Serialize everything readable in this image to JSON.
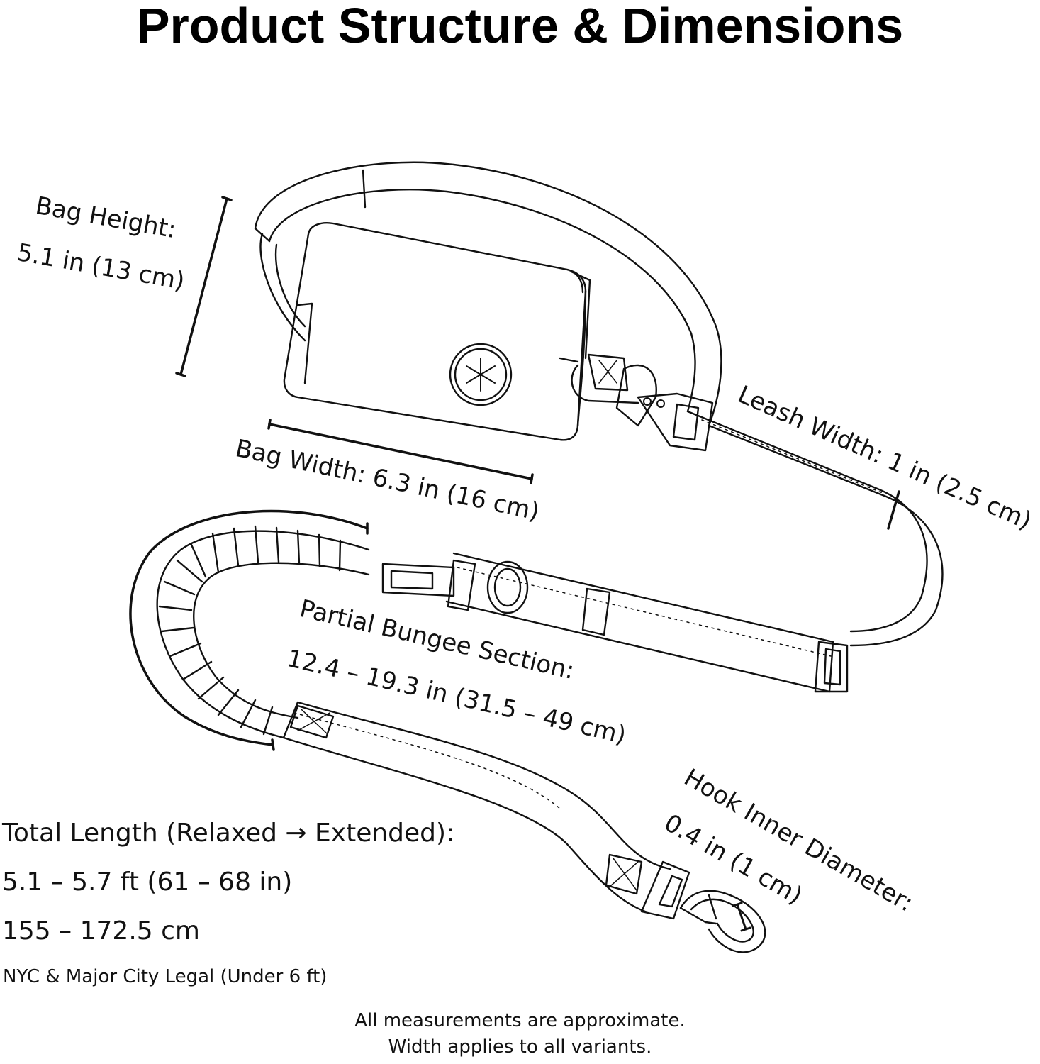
{
  "title": "Product Structure & Dimensions",
  "labels": {
    "bag_height": {
      "title": "Bag Height:",
      "value": "5.1 in (13 cm)"
    },
    "bag_width": "Bag Width: 6.3 in (16 cm)",
    "leash_width": "Leash Width: 1 in (2.5 cm)",
    "bungee": {
      "title": "Partial Bungee Section:",
      "value": "12.4 – 19.3 in (31.5 – 49 cm)"
    },
    "hook": {
      "title": "Hook Inner Diameter:",
      "value": "0.4 in (1 cm)"
    }
  },
  "total_length": {
    "title": "Total Length (Relaxed → Extended):",
    "imperial": "5.1 – 5.7 ft (61 – 68 in)",
    "metric": "155 – 172.5 cm",
    "note": "NYC & Major City Legal (Under 6 ft)"
  },
  "footer": {
    "line1": "All measurements are approximate.",
    "line2": "Width applies to all variants."
  },
  "icons": {
    "bag_emblem": "asterisk-emblem-icon",
    "buckle_logo": "buckle-logo-icon"
  }
}
